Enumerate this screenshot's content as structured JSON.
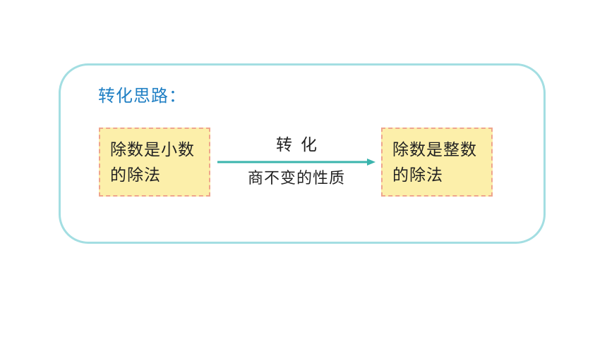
{
  "heading": "转化思路：",
  "left_box": {
    "line1": "除数是小数",
    "line2": "的除法"
  },
  "right_box": {
    "line1": "除数是整数",
    "line2": "的除法"
  },
  "arrow": {
    "top_label": "转化",
    "bottom_label": "商不变的性质"
  },
  "colors": {
    "panel_border": "#a3dee2",
    "heading": "#1f7fc4",
    "box_fill": "#fcefaa",
    "box_border": "#efa58c",
    "arrow": "#3ab4ad"
  }
}
